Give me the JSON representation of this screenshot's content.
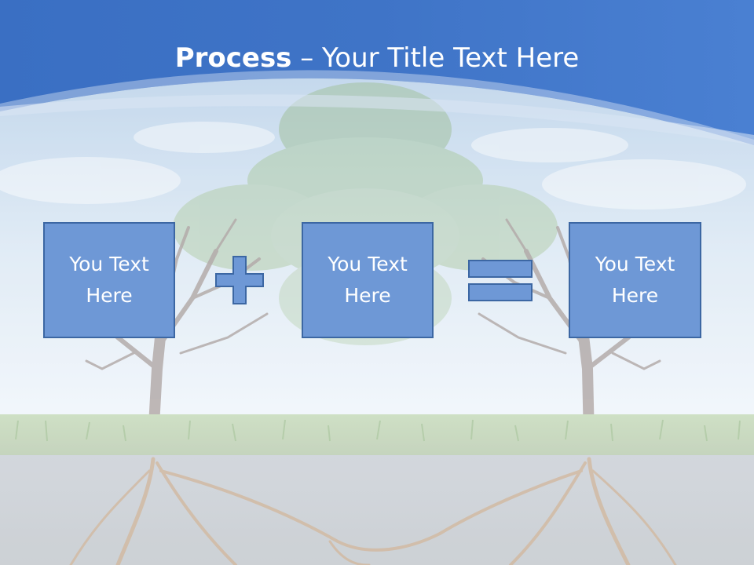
{
  "slide": {
    "title_bold": "Process",
    "title_rest": " – Your Title Text Here",
    "boxes": [
      {
        "text": "You Text\nHere"
      },
      {
        "text": "You Text\nHere"
      },
      {
        "text": "You Text\nHere"
      }
    ],
    "operators": [
      "plus-icon",
      "equals-icon"
    ]
  },
  "colors": {
    "header_blue": "#3f74c7",
    "box_fill": "#6e98d6",
    "box_border": "#3c67a3",
    "text": "#ffffff"
  }
}
